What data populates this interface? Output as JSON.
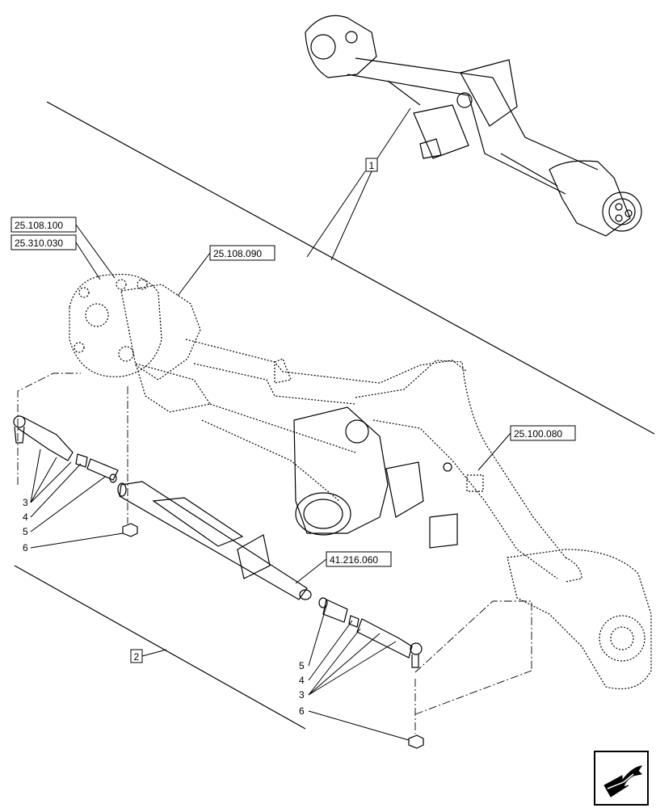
{
  "refs": {
    "r25108100": "25.108.100",
    "r25310030": "25.310.030",
    "r25108090": "25.108.090",
    "r25100080": "25.100.080",
    "r41216060": "41.216.060",
    "one": "1",
    "two": "2"
  },
  "callouts_left": [
    "3",
    "4",
    "5",
    "6"
  ],
  "callouts_right": [
    "5",
    "4",
    "3",
    "6"
  ],
  "icons": {
    "overview": "axle-overview-icon",
    "nav": "next-page-arrow-icon"
  }
}
